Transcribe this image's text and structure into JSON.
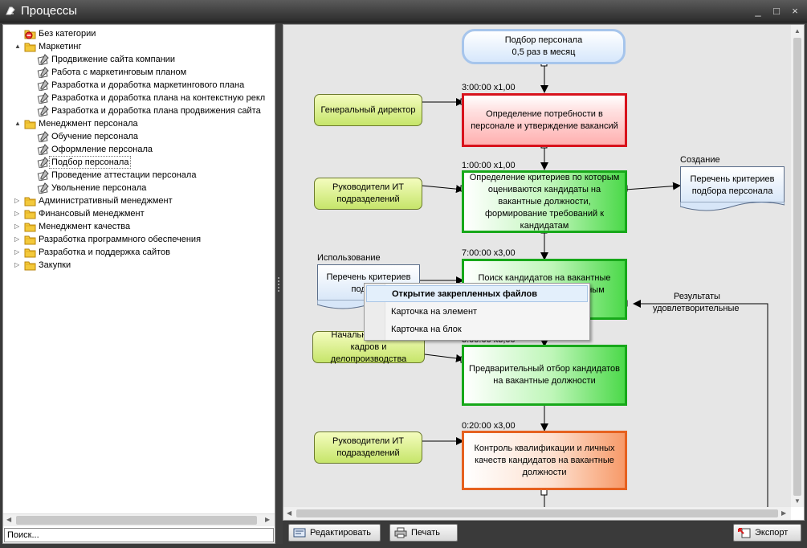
{
  "window": {
    "title": "Процессы"
  },
  "window_controls": [
    "_",
    "□",
    "×"
  ],
  "tree": [
    {
      "label": "Без категории",
      "level": 0,
      "expander": "",
      "icon": "no-category-icon"
    },
    {
      "label": "Маркетинг",
      "level": 0,
      "expander": "▲",
      "icon": "folder-icon"
    },
    {
      "label": "Продвижение сайта компании",
      "level": 1,
      "expander": "",
      "icon": "process-icon"
    },
    {
      "label": "Работа с маркетинговым планом",
      "level": 1,
      "expander": "",
      "icon": "process-icon"
    },
    {
      "label": "Разработка и доработка маркетингового плана",
      "level": 1,
      "expander": "",
      "icon": "process-icon"
    },
    {
      "label": "Разработка и доработка плана на контекстную рекл",
      "level": 1,
      "expander": "",
      "icon": "process-icon"
    },
    {
      "label": "Разработка и доработка плана продвижения сайта",
      "level": 1,
      "expander": "",
      "icon": "process-icon"
    },
    {
      "label": "Менеджмент персонала",
      "level": 0,
      "expander": "▲",
      "icon": "folder-icon"
    },
    {
      "label": "Обучение персонала",
      "level": 1,
      "expander": "",
      "icon": "process-icon"
    },
    {
      "label": "Оформление персонала",
      "level": 1,
      "expander": "",
      "icon": "process-icon"
    },
    {
      "label": "Подбор персонала",
      "level": 1,
      "expander": "",
      "icon": "process-icon",
      "selected": true
    },
    {
      "label": "Проведение аттестации персонала",
      "level": 1,
      "expander": "",
      "icon": "process-icon"
    },
    {
      "label": "Увольнение персонала",
      "level": 1,
      "expander": "",
      "icon": "process-icon"
    },
    {
      "label": "Административный менеджмент",
      "level": 0,
      "expander": "▷",
      "icon": "folder-icon"
    },
    {
      "label": "Финансовый менеджмент",
      "level": 0,
      "expander": "▷",
      "icon": "folder-icon"
    },
    {
      "label": "Менеджмент качества",
      "level": 0,
      "expander": "▷",
      "icon": "folder-icon"
    },
    {
      "label": "Разработка программного обеспечения",
      "level": 0,
      "expander": "▷",
      "icon": "folder-icon"
    },
    {
      "label": "Разработка и поддержка сайтов",
      "level": 0,
      "expander": "▷",
      "icon": "folder-icon"
    },
    {
      "label": "Закупки",
      "level": 0,
      "expander": "▷",
      "icon": "folder-icon"
    }
  ],
  "search": {
    "placeholder": "Поиск..."
  },
  "diagram": {
    "start": {
      "line1": "Подбор персонала",
      "line2": "0,5 раз в месяц"
    },
    "roles": [
      {
        "label": "Генеральный директор"
      },
      {
        "label": "Руководители ИТ подразделений"
      },
      {
        "label": "Начальник отдела кадров и делопроизводства"
      },
      {
        "label": "Руководители ИТ подразделений"
      }
    ],
    "tasks": [
      {
        "timing": "3:00:00 x1,00",
        "label": "Определение потребности в персонале и утверждение вакансий"
      },
      {
        "timing": "1:00:00 x1,00",
        "label": "Определение критериев по которым оцениваются кандидаты на вакантные должности, формирование требований к кандидатам"
      },
      {
        "timing": "7:00:00 x3,00",
        "label": "Поиск кандидатов на вакантные должности по определенным критериям и"
      },
      {
        "timing": "3:00:00 x3,00",
        "label": "Предварительный отбор кандидатов на вакантные должности"
      },
      {
        "timing": "0:20:00 x3,00",
        "label": "Контроль квалификации и личных качеств кандидатов на вакантные должности"
      }
    ],
    "documents": [
      {
        "caption": "Создание",
        "label": "Перечень критериев подбора персонала"
      },
      {
        "caption": "Использование",
        "label": "Перечень критериев подбора"
      }
    ],
    "loop_label": {
      "line1": "Результаты",
      "line2": "удовлетворительные"
    }
  },
  "context_menu": {
    "items": [
      {
        "label": "Открытие закрепленных файлов",
        "active": true
      },
      {
        "label": "Карточка на элемент",
        "active": false
      },
      {
        "label": "Карточка на блок",
        "active": false
      }
    ]
  },
  "buttons": {
    "edit": "Редактировать",
    "print": "Печать",
    "export": "Экспорт"
  },
  "colors": {
    "titlebar": "#2c2c2c",
    "task_red_border": "#d8121c",
    "task_green_border": "#17a81a",
    "task_orange_border": "#e6611f",
    "role_fill": "#c6e56a",
    "canvas_bg": "#e6e6e6"
  }
}
